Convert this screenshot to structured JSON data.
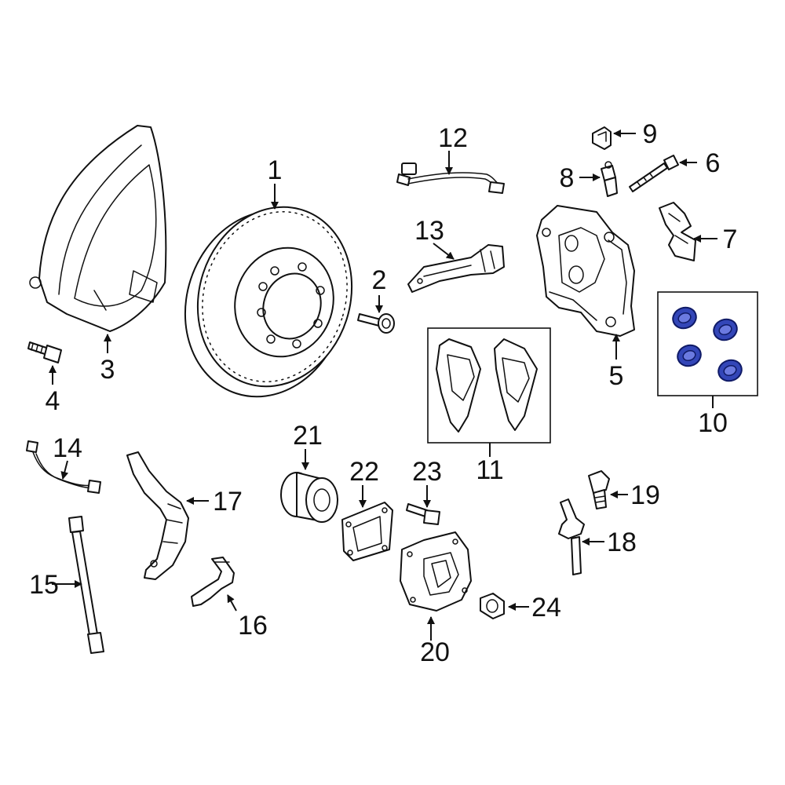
{
  "callouts": {
    "c1": "1",
    "c2": "2",
    "c3": "3",
    "c4": "4",
    "c5": "5",
    "c6": "6",
    "c7": "7",
    "c8": "8",
    "c9": "9",
    "c10": "10",
    "c11": "11",
    "c12": "12",
    "c13": "13",
    "c14": "14",
    "c15": "15",
    "c16": "16",
    "c17": "17",
    "c18": "18",
    "c19": "19",
    "c20": "20",
    "c21": "21",
    "c22": "22",
    "c23": "23",
    "c24": "24"
  },
  "colors": {
    "line": "#111111",
    "highlight": "#3346b8",
    "background": "#ffffff"
  }
}
